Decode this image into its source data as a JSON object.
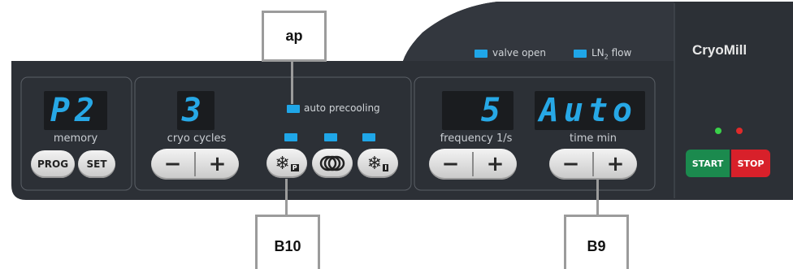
{
  "brand": "CryoMill",
  "indicators": {
    "valve_open": "valve open",
    "ln2_prefix": "LN",
    "ln2_sub": "2",
    "ln2_suffix": " flow",
    "auto_precooling": "auto precooling"
  },
  "memory": {
    "display": "P2",
    "label": "memory",
    "prog": "PROG",
    "set": "SET"
  },
  "cryo_cycles": {
    "display": "3",
    "label": "cryo cycles"
  },
  "frequency": {
    "display": "5",
    "label": "frequency 1/s"
  },
  "time": {
    "display": "Auto",
    "label": "time min"
  },
  "mode_buttons": {
    "precool_sub": "P",
    "interim_sub": "I"
  },
  "controls": {
    "minus": "−",
    "plus": "+",
    "start": "START",
    "stop": "STOP"
  },
  "callouts": {
    "ap": "ap",
    "b10": "B10",
    "b9": "B9"
  },
  "colors": {
    "display_digit": "#27a8e6",
    "led": "#1fa6e8",
    "start": "#1b8a4e",
    "stop": "#d8202a",
    "led_green": "#3ad14a",
    "led_red": "#e02a2a"
  }
}
